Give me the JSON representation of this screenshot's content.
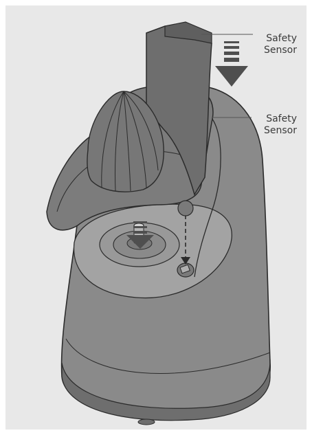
{
  "labels": {
    "sensor_top": {
      "line1": "Safety",
      "line2": "Sensor"
    },
    "sensor_side": {
      "line1": "Safety",
      "line2": "Sensor"
    }
  },
  "colors": {
    "background": "#e8e8e8",
    "body": "#8a8a8a",
    "body_dark": "#6e6e6e",
    "body_light": "#a3a3a3",
    "outline": "#2b2b2b",
    "arrow": "#4f4f4f",
    "callout_line": "#555555"
  },
  "icons": [
    "down-arrow-icon",
    "dashed-arrow-icon"
  ]
}
